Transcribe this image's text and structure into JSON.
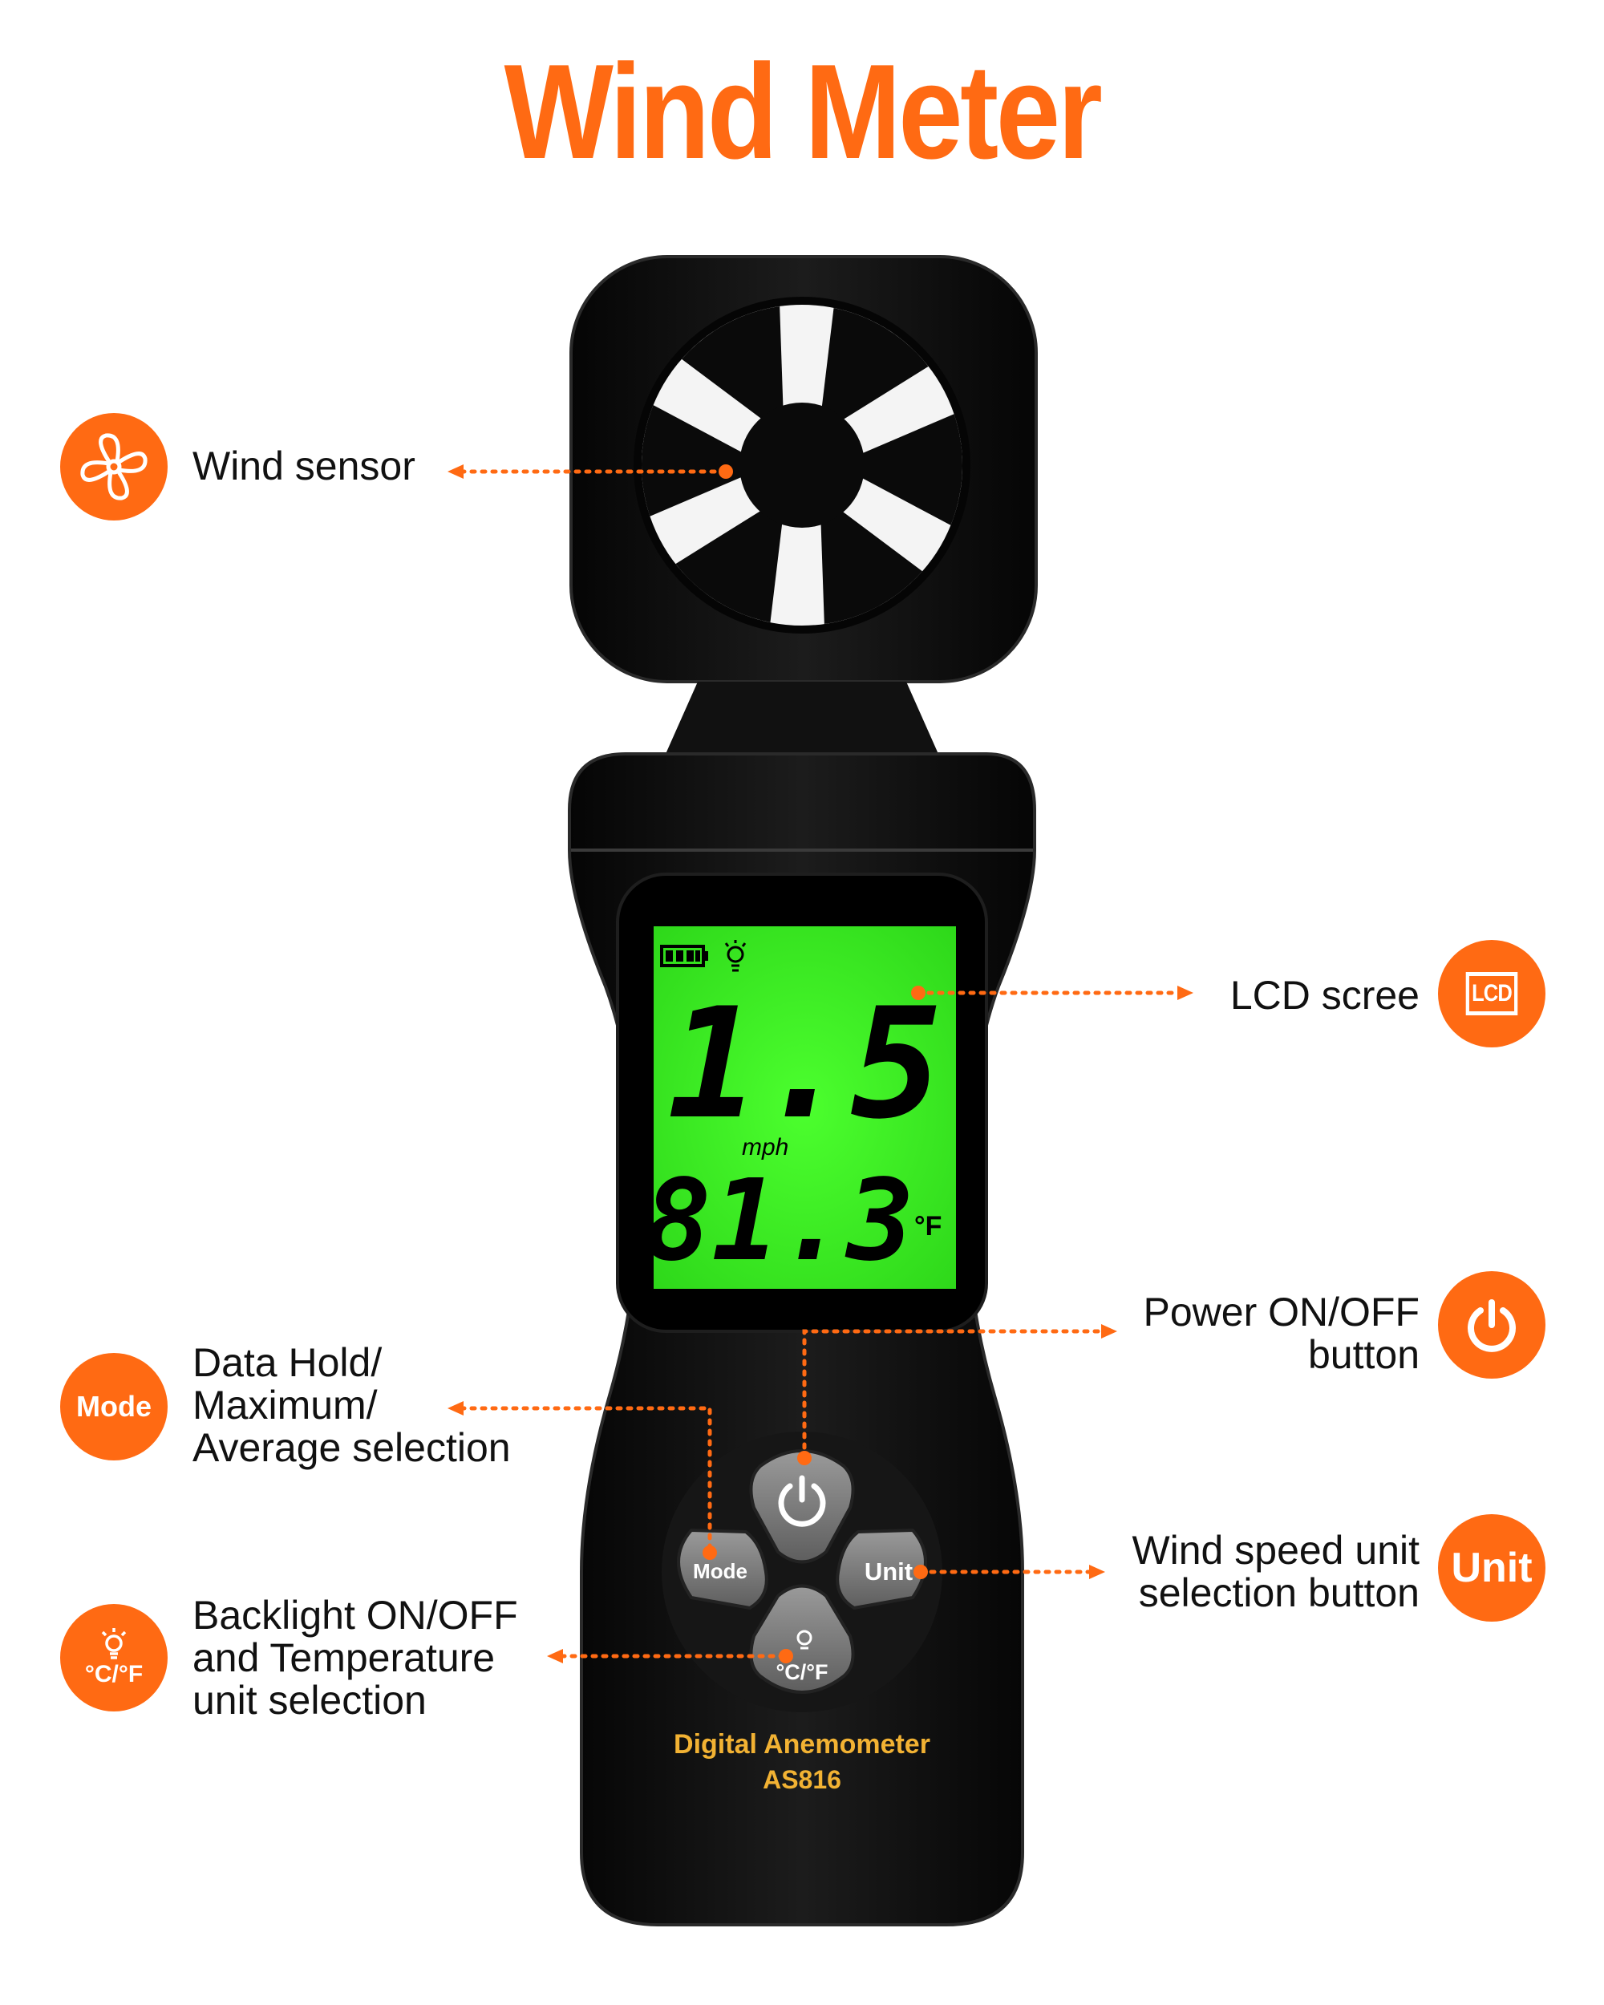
{
  "title": "Wind Meter",
  "colors": {
    "accent": "#ff6a13",
    "lcd": "#3ef020",
    "body": "#0c0c0c",
    "button": "#7a7a7a",
    "brand_text": "#f2b233"
  },
  "callouts": {
    "wind_sensor": {
      "label": "Wind sensor",
      "icon": "fan-icon"
    },
    "lcd_screen": {
      "label": "LCD scree",
      "icon": "lcd-icon",
      "icon_text": "LCD"
    },
    "mode": {
      "line1": "Data Hold/",
      "line2": "Maximum/",
      "line3": "Average selection",
      "icon_text": "Mode"
    },
    "power": {
      "line1": "Power ON/OFF",
      "line2": "button",
      "icon": "power-icon"
    },
    "unit": {
      "line1": "Wind speed unit",
      "line2": "selection button",
      "icon_text": "Unit"
    },
    "backlight": {
      "line1": "Backlight ON/OFF",
      "line2": "and Temperature",
      "line3": "unit selection",
      "icon": "backlight-temperature-icon",
      "icon_text": "°C/°F"
    }
  },
  "device": {
    "lcd": {
      "wind_speed": "1.5",
      "speed_unit": "mph",
      "temperature": "81.3",
      "temp_unit": "°F"
    },
    "buttons": {
      "mode": "Mode",
      "unit": "Unit",
      "power": "power",
      "cf": "°C/°F"
    },
    "brand": "Digital Anemometer",
    "model": "AS816"
  }
}
